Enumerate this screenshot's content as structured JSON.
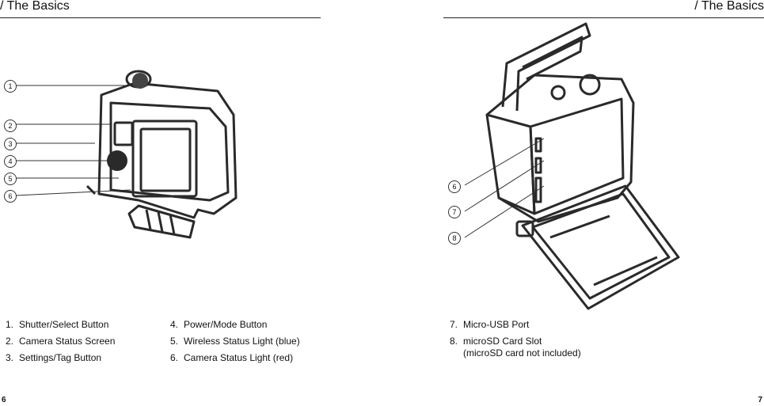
{
  "left_page": {
    "section_title": "/ The Basics",
    "callouts": [
      "1",
      "2",
      "3",
      "4",
      "5",
      "6"
    ],
    "items_col1": [
      {
        "num": "1.",
        "label": "Shutter/Select Button"
      },
      {
        "num": "2.",
        "label": "Camera Status Screen"
      },
      {
        "num": "3.",
        "label": "Settings/Tag Button"
      }
    ],
    "items_col2": [
      {
        "num": "4.",
        "label": "Power/Mode Button"
      },
      {
        "num": "5.",
        "label": "Wireless Status Light (blue)"
      },
      {
        "num": "6.",
        "label": "Camera Status Light (red)"
      }
    ],
    "page_number": "6"
  },
  "right_page": {
    "section_title": "/ The Basics",
    "callouts": [
      "6",
      "7",
      "8"
    ],
    "items": [
      {
        "num": "7.",
        "label": "Micro-USB Port"
      },
      {
        "num": "8.",
        "label": "microSD Card Slot",
        "note": "(microSD card not included)"
      }
    ],
    "page_number": "7"
  }
}
